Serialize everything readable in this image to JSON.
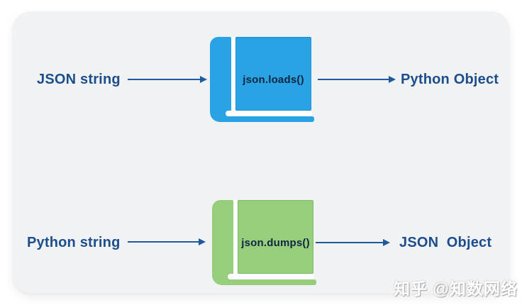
{
  "diagram": {
    "title_implicit": "Python json module conversion diagram",
    "rows": [
      {
        "source_label": "JSON string",
        "function_label": "json.loads()",
        "result_label": "Python Object",
        "book_color": "#29a3e3"
      },
      {
        "source_label": "Python string",
        "function_label": "json.dumps()",
        "result_label": "JSON  Object",
        "book_color": "#97ce7d"
      }
    ]
  },
  "colors": {
    "card_background": "#f1f2f4",
    "page_background": "#ffffff",
    "label_text": "#1c4e8c",
    "arrow": "#1e5a9c",
    "book_blue": "#29a3e3",
    "book_blue_border": "#1f8fd0",
    "book_green": "#97ce7d",
    "book_green_border": "#7fbd63",
    "book_function_text": "#10253f",
    "book_pages": "#fdfdfd"
  },
  "watermark": "知乎 @知数网络"
}
